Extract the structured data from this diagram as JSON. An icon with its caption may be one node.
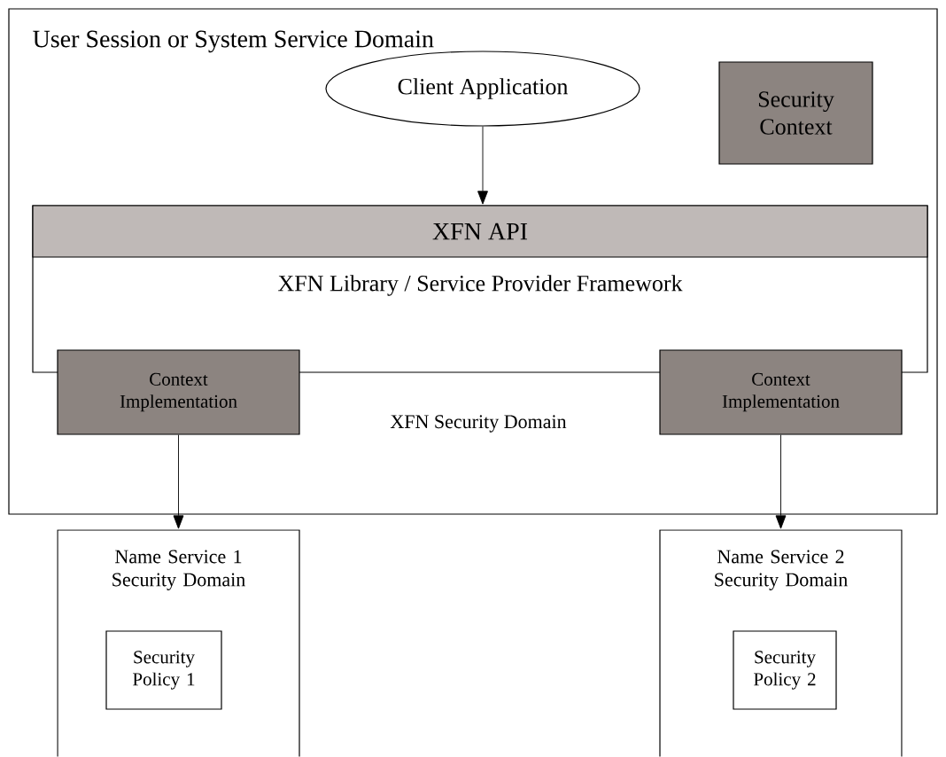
{
  "diagram": {
    "nodes": [
      {
        "text": [
          "User Session or System Service Domain"
        ]
      },
      {
        "text": [
          "Security Context"
        ],
        "in": 0
      },
      {
        "text": [
          "Client Application"
        ],
        "in": 0
      },
      {
        "text": [
          "XFN Library / Service Provider Framework"
        ],
        "in": 0
      },
      {
        "text": [
          "XFN API"
        ],
        "in": 3
      },
      {
        "text": [
          "Context Implementation"
        ],
        "in": 0
      },
      {
        "text": [
          "Context Implementation"
        ],
        "in": 0
      },
      {
        "text": [
          "Name Service 1 Security Domain"
        ]
      },
      {
        "text": [
          "Security Policy 1"
        ],
        "in": 7
      },
      {
        "text": [
          "Name Service 2 Security Domain"
        ]
      },
      {
        "text": [
          "Security Policy 2"
        ],
        "in": 9
      }
    ],
    "edges": [
      {
        "from": 2,
        "to": 4,
        "arrow": "to"
      },
      {
        "from": 5,
        "to": 7,
        "arrow": "to"
      },
      {
        "from": 6,
        "to": 9,
        "arrow": "to"
      }
    ],
    "labels": [
      "XFN Security Domain"
    ]
  }
}
